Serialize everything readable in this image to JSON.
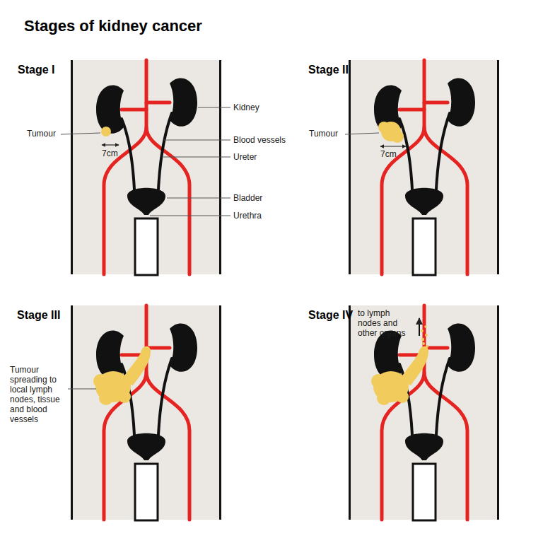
{
  "diagram": {
    "title": "Stages of kidney cancer",
    "nodes": [
      {
        "text": [
          "Stage I"
        ]
      },
      {
        "text": [
          "Stage II"
        ]
      },
      {
        "text": [
          "Stage III"
        ]
      },
      {
        "text": [
          "Stage IV"
        ]
      }
    ],
    "labels": [
      "Tumour",
      "7cm",
      "Kidney",
      "Blood vessels",
      "Ureter",
      "Bladder",
      "Urethra",
      "Tumour",
      "7cm",
      "Tumour spreading to local lymph nodes, tissue and blood vessels",
      "to lymph nodes and other organs"
    ]
  }
}
